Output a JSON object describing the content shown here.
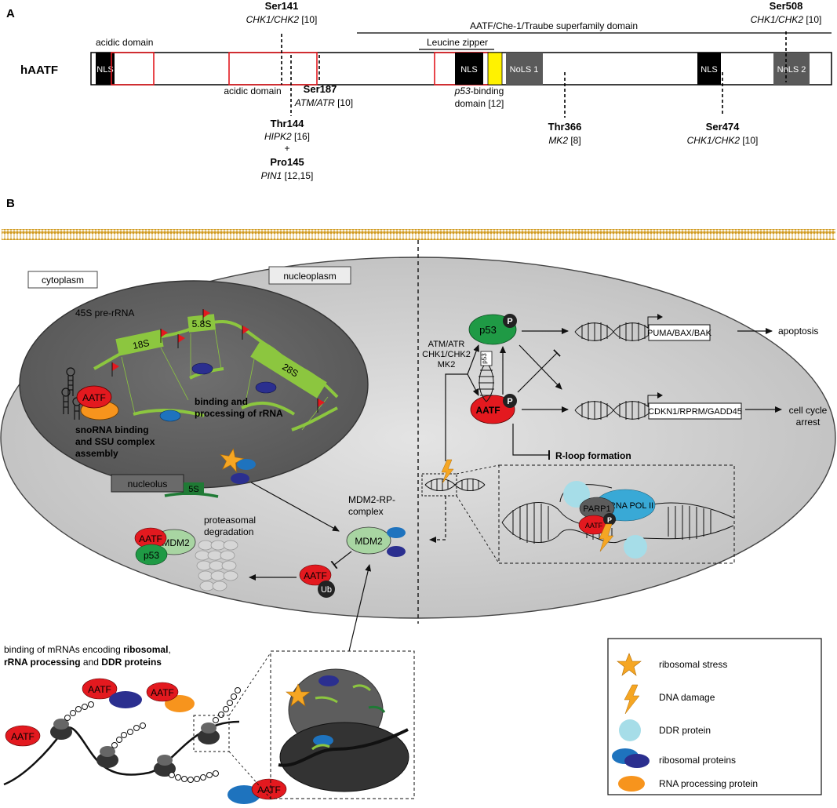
{
  "panel_a": {
    "label": "A",
    "protein_name": "hAATF",
    "superfamily_domain": "AATF/Che-1/Traube superfamily domain",
    "leucine_zipper": "Leucine zipper",
    "acidic_domain_top": "acidic domain",
    "acidic_domain_bottom": "acidic domain",
    "nls_label": "NLS",
    "nols1_label": "NoLS 1",
    "nols2_label": "NoLS 2",
    "p53_binding_italic": "p53",
    "p53_binding_rest": "-binding",
    "p53_binding_line2": "domain [12]",
    "sites": {
      "ser141": {
        "name": "Ser141",
        "kinase": "CHK1/CHK2",
        "ref": " [10]"
      },
      "ser508": {
        "name": "Ser508",
        "kinase": "CHK1/CHK2",
        "ref": " [10]"
      },
      "ser187": {
        "name": "Ser187",
        "kinase": "ATM/ATR",
        "ref": " [10]"
      },
      "thr144": {
        "name": "Thr144",
        "kinase": "HIPK2",
        "ref": " [16]"
      },
      "plus": "+",
      "pro145": {
        "name": "Pro145",
        "kinase": "PIN1",
        "ref": " [12,15]"
      },
      "thr366": {
        "name": "Thr366",
        "kinase": "MK2",
        "ref": " [8]"
      },
      "ser474": {
        "name": "Ser474",
        "kinase": "CHK1/CHK2",
        "ref": " [10]"
      }
    }
  },
  "panel_b": {
    "label": "B",
    "cytoplasm": "cytoplasm",
    "nucleoplasm": "nucleoplasm",
    "nucleolus": "nucleolus",
    "pre_rrna": "45S pre-rRNA",
    "rrna_18s": "18S",
    "rrna_58s": "5.8S",
    "rrna_28s": "28S",
    "rrna_5s": "5S",
    "snorna_line1": "snoRNA binding",
    "snorna_line2": "and SSU complex",
    "snorna_line3": "assembly",
    "binding_line1": "binding and",
    "binding_line2": "processing of rRNA",
    "aatf": "AATF",
    "p53": "p53",
    "mdm2": "MDM2",
    "ub": "Ub",
    "p": "P",
    "mdm2_rp_line1": "MDM2-RP-",
    "mdm2_rp_line2": "complex",
    "proteasomal_line1": "proteasomal",
    "proteasomal_line2": "degradation",
    "kinases": [
      "ATM/ATR",
      "CHK1/CHK2",
      "MK2"
    ],
    "puma": "PUMA/BAX/BAK",
    "cdkn1": "CDKN1/RPRM/GADD45",
    "apoptosis": "apoptosis",
    "cell_cycle_line1": "cell cycle",
    "cell_cycle_line2": "arrest",
    "rloop": "R-loop formation",
    "parp1": "PARP1",
    "rnapol": "RNA POL II",
    "mrna_line1_prefix": "binding of mRNAs encoding ",
    "mrna_line1_bold": "ribosomal",
    "mrna_line1_suffix": ",",
    "mrna_line2_bold1": "rRNA processing",
    "mrna_line2_mid": " and ",
    "mrna_line2_bold2": "DDR proteins"
  },
  "legend": [
    {
      "icon": "star-icon",
      "label": "ribosomal stress"
    },
    {
      "icon": "lightning-icon",
      "label": "DNA damage"
    },
    {
      "icon": "light-blue-circle-icon",
      "label": "DDR protein"
    },
    {
      "icon": "blue-ellipses-icon",
      "label": "ribosomal proteins"
    },
    {
      "icon": "orange-ellipse-icon",
      "label": "RNA processing protein"
    }
  ],
  "colors": {
    "aatf_red": "#e3191f",
    "p53_green": "#1f9a45",
    "mdm2_green": "#a8d5a2",
    "rrna_green": "#8cc63f",
    "ribosomal_blue": "#1e73be",
    "ribosomal_navy": "#2b2f8f",
    "ddr_lightblue": "#a6dde8",
    "rnapol_blue": "#39a9d6",
    "orange": "#f7941d",
    "star_orange": "#f5a623",
    "nls_black": "#000000",
    "nols_grey": "#5a5a5a",
    "membrane_gold": "#d19a1f",
    "p53_binding_yellow": "#fff200"
  }
}
